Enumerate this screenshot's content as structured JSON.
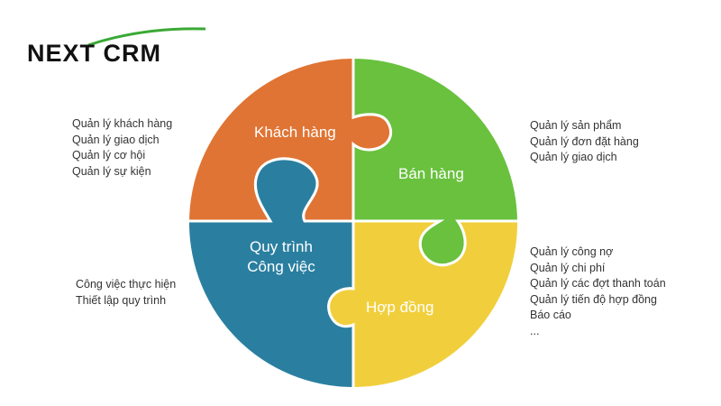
{
  "logo": {
    "text": "NEXT CRM"
  },
  "pieces": {
    "top_left": {
      "label": "Khách hàng",
      "color": "#e07434"
    },
    "top_right": {
      "label": "Bán hàng",
      "color": "#69c13e"
    },
    "bottom_left": {
      "label_line1": "Quy trình",
      "label_line2": "Công việc",
      "color": "#2a7fa0"
    },
    "bottom_right": {
      "label": "Hợp đồng",
      "color": "#f1cf3c"
    }
  },
  "lists": {
    "top_left": [
      "Quản lý khách hàng",
      "Quản lý giao dịch",
      "Quản lý cơ hội",
      "Quản lý sự kiện"
    ],
    "top_right": [
      "Quản lý sản phẩm",
      "Quản lý đơn đặt hàng",
      "Quản lý giao dịch"
    ],
    "bottom_left": [
      "Công việc thực hiện",
      "Thiết lập quy trình"
    ],
    "bottom_right": [
      "Quản lý công nợ",
      "Quản lý chi phí",
      "Quản lý các đợt thanh toán",
      "Quản lý tiến độ hợp đồng",
      "Báo cáo",
      "..."
    ]
  }
}
